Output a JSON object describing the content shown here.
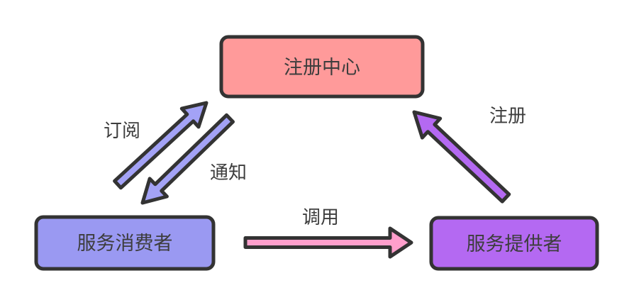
{
  "diagram": {
    "nodes": {
      "registry": {
        "label": "注册中心",
        "fill": "#ff9a9a"
      },
      "consumer": {
        "label": "服务消费者",
        "fill": "#9a99f2"
      },
      "provider": {
        "label": "服务提供者",
        "fill": "#b469f2"
      }
    },
    "edges": {
      "subscribe": {
        "label": "订阅",
        "fill": "#a3a2f6"
      },
      "notify": {
        "label": "通知",
        "fill": "#a3a2f6"
      },
      "register": {
        "label": "注册",
        "fill": "#b469f2"
      },
      "invoke": {
        "label": "调用",
        "fill": "#ff9fcc"
      }
    },
    "style": {
      "outline": "#333333",
      "text": "#3d3d3d",
      "background": "#ffffff"
    }
  }
}
